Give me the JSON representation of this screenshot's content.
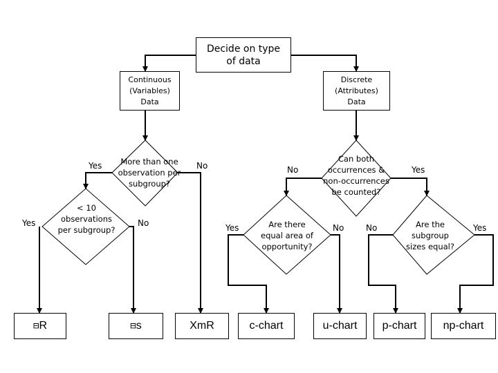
{
  "boxes": {
    "root": "Decide on type\nof data",
    "continuous": "Continuous\n(Variables)\nData",
    "discrete": "Discrete\n(Attributes)\nData"
  },
  "decisions": {
    "observations": "More than one\nobservation per\nsubgroup?",
    "lt10": "< 10\nobservations\nper subgroup?",
    "counted": "Can both\noccurrences &\nnon-occurrences\nbe counted?",
    "area": "Are there\nequal area of\nopportunity?",
    "sizes": "Are the\nsubgroup\nsizes equal?"
  },
  "labels": {
    "yes_obs": "Yes",
    "no_obs": "No",
    "yes_lt10": "Yes",
    "no_lt10": "No",
    "no_counted": "No",
    "yes_counted": "Yes",
    "yes_area": "Yes",
    "no_area": "No",
    "no_sizes": "No",
    "yes_sizes": "Yes"
  },
  "results": {
    "xbar_r_bar": "⊟",
    "xbar_r": "R",
    "xbar_s_bar": "⊟",
    "xbar_s": "s",
    "xmr": "XmR",
    "c_chart": "c-chart",
    "u_chart": "u-chart",
    "p_chart": "p-chart",
    "np_chart": "np-chart"
  }
}
